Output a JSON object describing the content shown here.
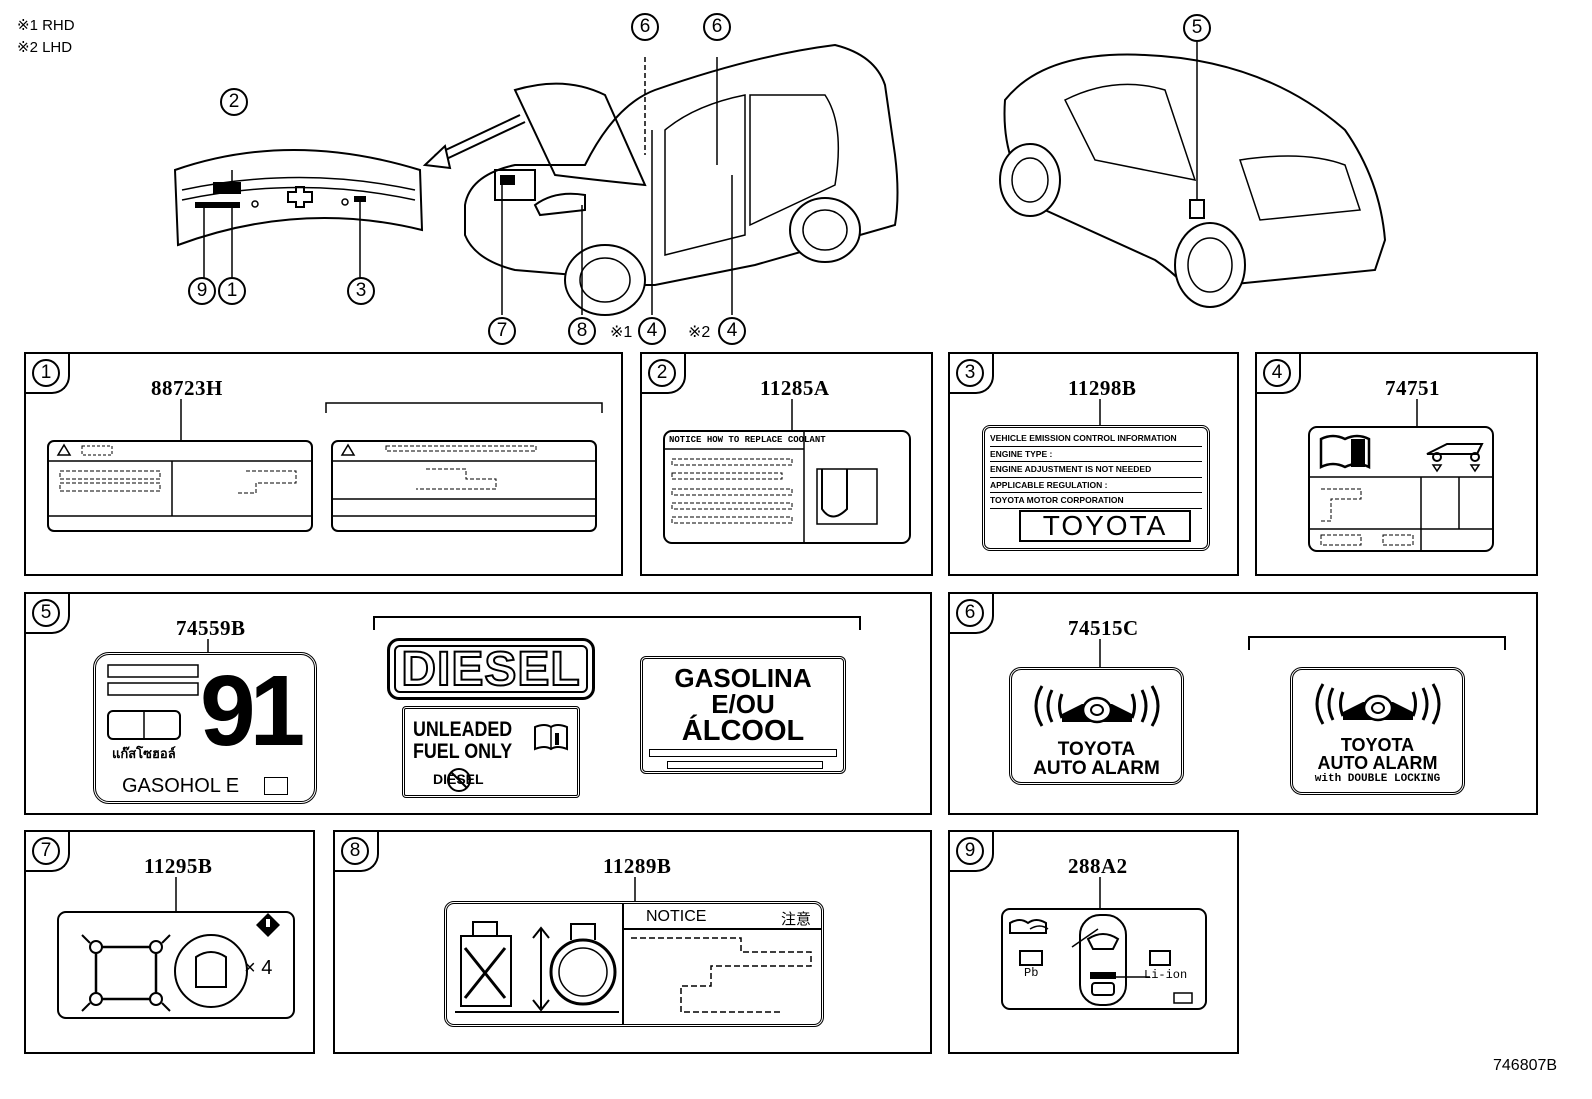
{
  "notes": [
    "※1 RHD",
    "※2 LHD"
  ],
  "overview": {
    "callouts_trunk": [
      "2",
      "9",
      "1",
      "3"
    ],
    "callouts_front": [
      "6",
      "6",
      "7",
      "8",
      "4",
      "4"
    ],
    "callout_4_rhd_prefix": "※1",
    "callout_4_lhd_prefix": "※2",
    "callout_rear": "5"
  },
  "panels": [
    {
      "id": "1",
      "part": "88723H"
    },
    {
      "id": "2",
      "part": "11285A",
      "header_a": "NOTICE",
      "header_b": "HOW TO REPLACE COOLANT"
    },
    {
      "id": "3",
      "part": "11298B",
      "lines": [
        "VEHICLE EMISSION CONTROL INFORMATION",
        "ENGINE TYPE :",
        "ENGINE ADJUSTMENT IS NOT NEEDED",
        "APPLICABLE REGULATION :",
        "TOYOTA MOTOR CORPORATION"
      ],
      "brand": "TOYOTA"
    },
    {
      "id": "4",
      "part": "74751"
    },
    {
      "id": "5",
      "part": "74559B",
      "octane": "91",
      "thai": "แก๊สโซฮอล์",
      "gasohol": "GASOHOL  E",
      "diesel": "DIESEL",
      "unleaded": "UNLEADED",
      "fuel_only": "FUEL ONLY",
      "diesel_small": "DIESEL",
      "gasolina": "GASOLINA",
      "eou": "E/OU",
      "alcool": "ÁLCOOL"
    },
    {
      "id": "6",
      "part": "74515C",
      "alarm_a": "TOYOTA",
      "alarm_b": "AUTO ALARM",
      "alarm_c": "with DOUBLE LOCKING"
    },
    {
      "id": "7",
      "part": "11295B",
      "times": "× 4"
    },
    {
      "id": "8",
      "part": "11289B",
      "notice": "NOTICE",
      "notice_jp": "注意"
    },
    {
      "id": "9",
      "part": "288A2",
      "pb": "Pb",
      "liion": "Li-ion"
    }
  ],
  "drawing_number": "746807B"
}
